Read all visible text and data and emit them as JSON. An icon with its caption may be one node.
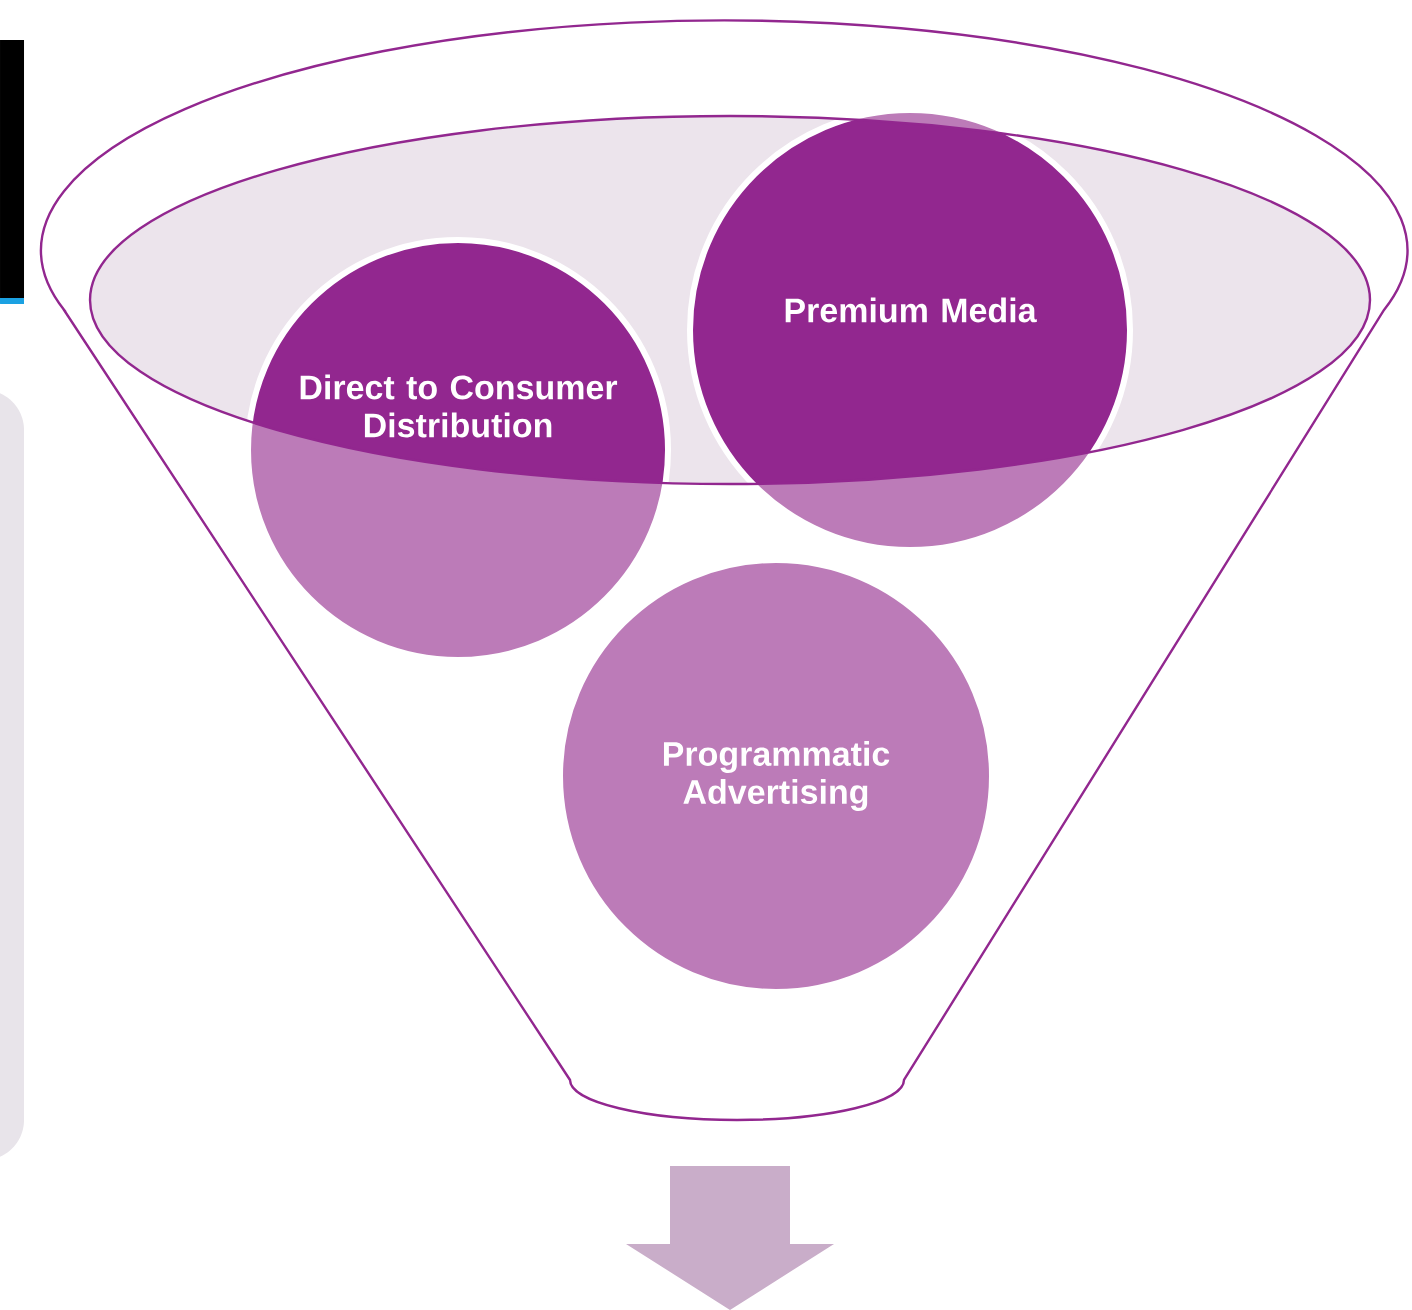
{
  "diagram": {
    "nodes": [
      {
        "text": [
          "Direct to Consumer Distribution"
        ]
      },
      {
        "text": [
          "Premium Media"
        ]
      },
      {
        "text": [
          "Programmatic Advertising"
        ]
      }
    ]
  }
}
